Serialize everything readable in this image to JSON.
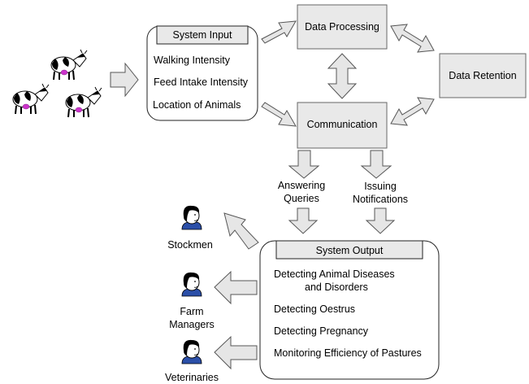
{
  "system_input": {
    "title": "System Input",
    "items": [
      "Walking Intensity",
      "Feed Intake Intensity",
      "Location of Animals"
    ]
  },
  "data_processing": "Data Processing",
  "communication": "Communication",
  "data_retention": "Data Retention",
  "answering_queries": [
    "Answering",
    "Queries"
  ],
  "issuing_notifications": [
    "Issuing",
    "Notifications"
  ],
  "system_output": {
    "title": "System Output",
    "items": [
      [
        "Detecting Animal Diseases",
        "and Disorders"
      ],
      [
        "Detecting Oestrus"
      ],
      [
        "Detecting Pregnancy"
      ],
      [
        "Monitoring Efficiency of Pastures"
      ]
    ]
  },
  "users": {
    "stockmen": [
      "Stockmen"
    ],
    "farm_managers": [
      "Farm",
      "Managers"
    ],
    "veterinaries": [
      "Veterinaries"
    ]
  },
  "icons": {
    "cow": "cow-icon",
    "person": "person-icon"
  },
  "colors": {
    "box_fill": "#e9e9e9",
    "arrow_fill": "#e6e6e6",
    "cow_udder": "#cc33cc",
    "person_shirt": "#2b4fa8"
  }
}
